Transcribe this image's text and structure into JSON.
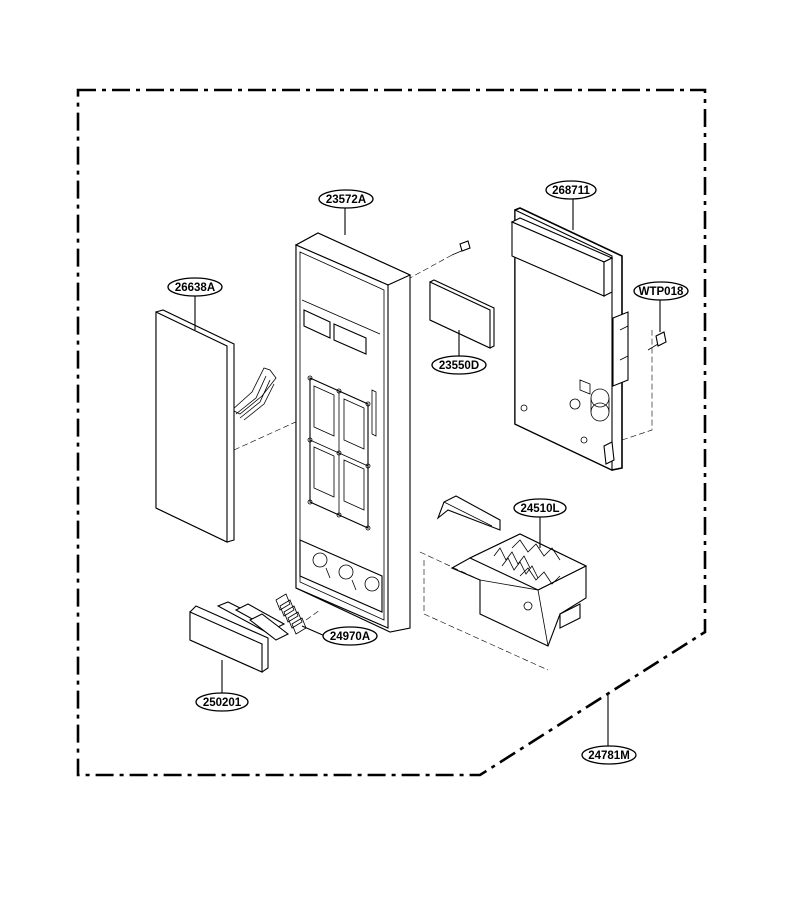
{
  "callouts": {
    "c24781M": "24781M",
    "c23572A": "23572A",
    "c268711": "268711",
    "c26638A": "26638A",
    "cWTP018": "WTP018",
    "c23550D": "23550D",
    "c24510L": "24510L",
    "c24970A": "24970A",
    "c250201": "250201"
  }
}
